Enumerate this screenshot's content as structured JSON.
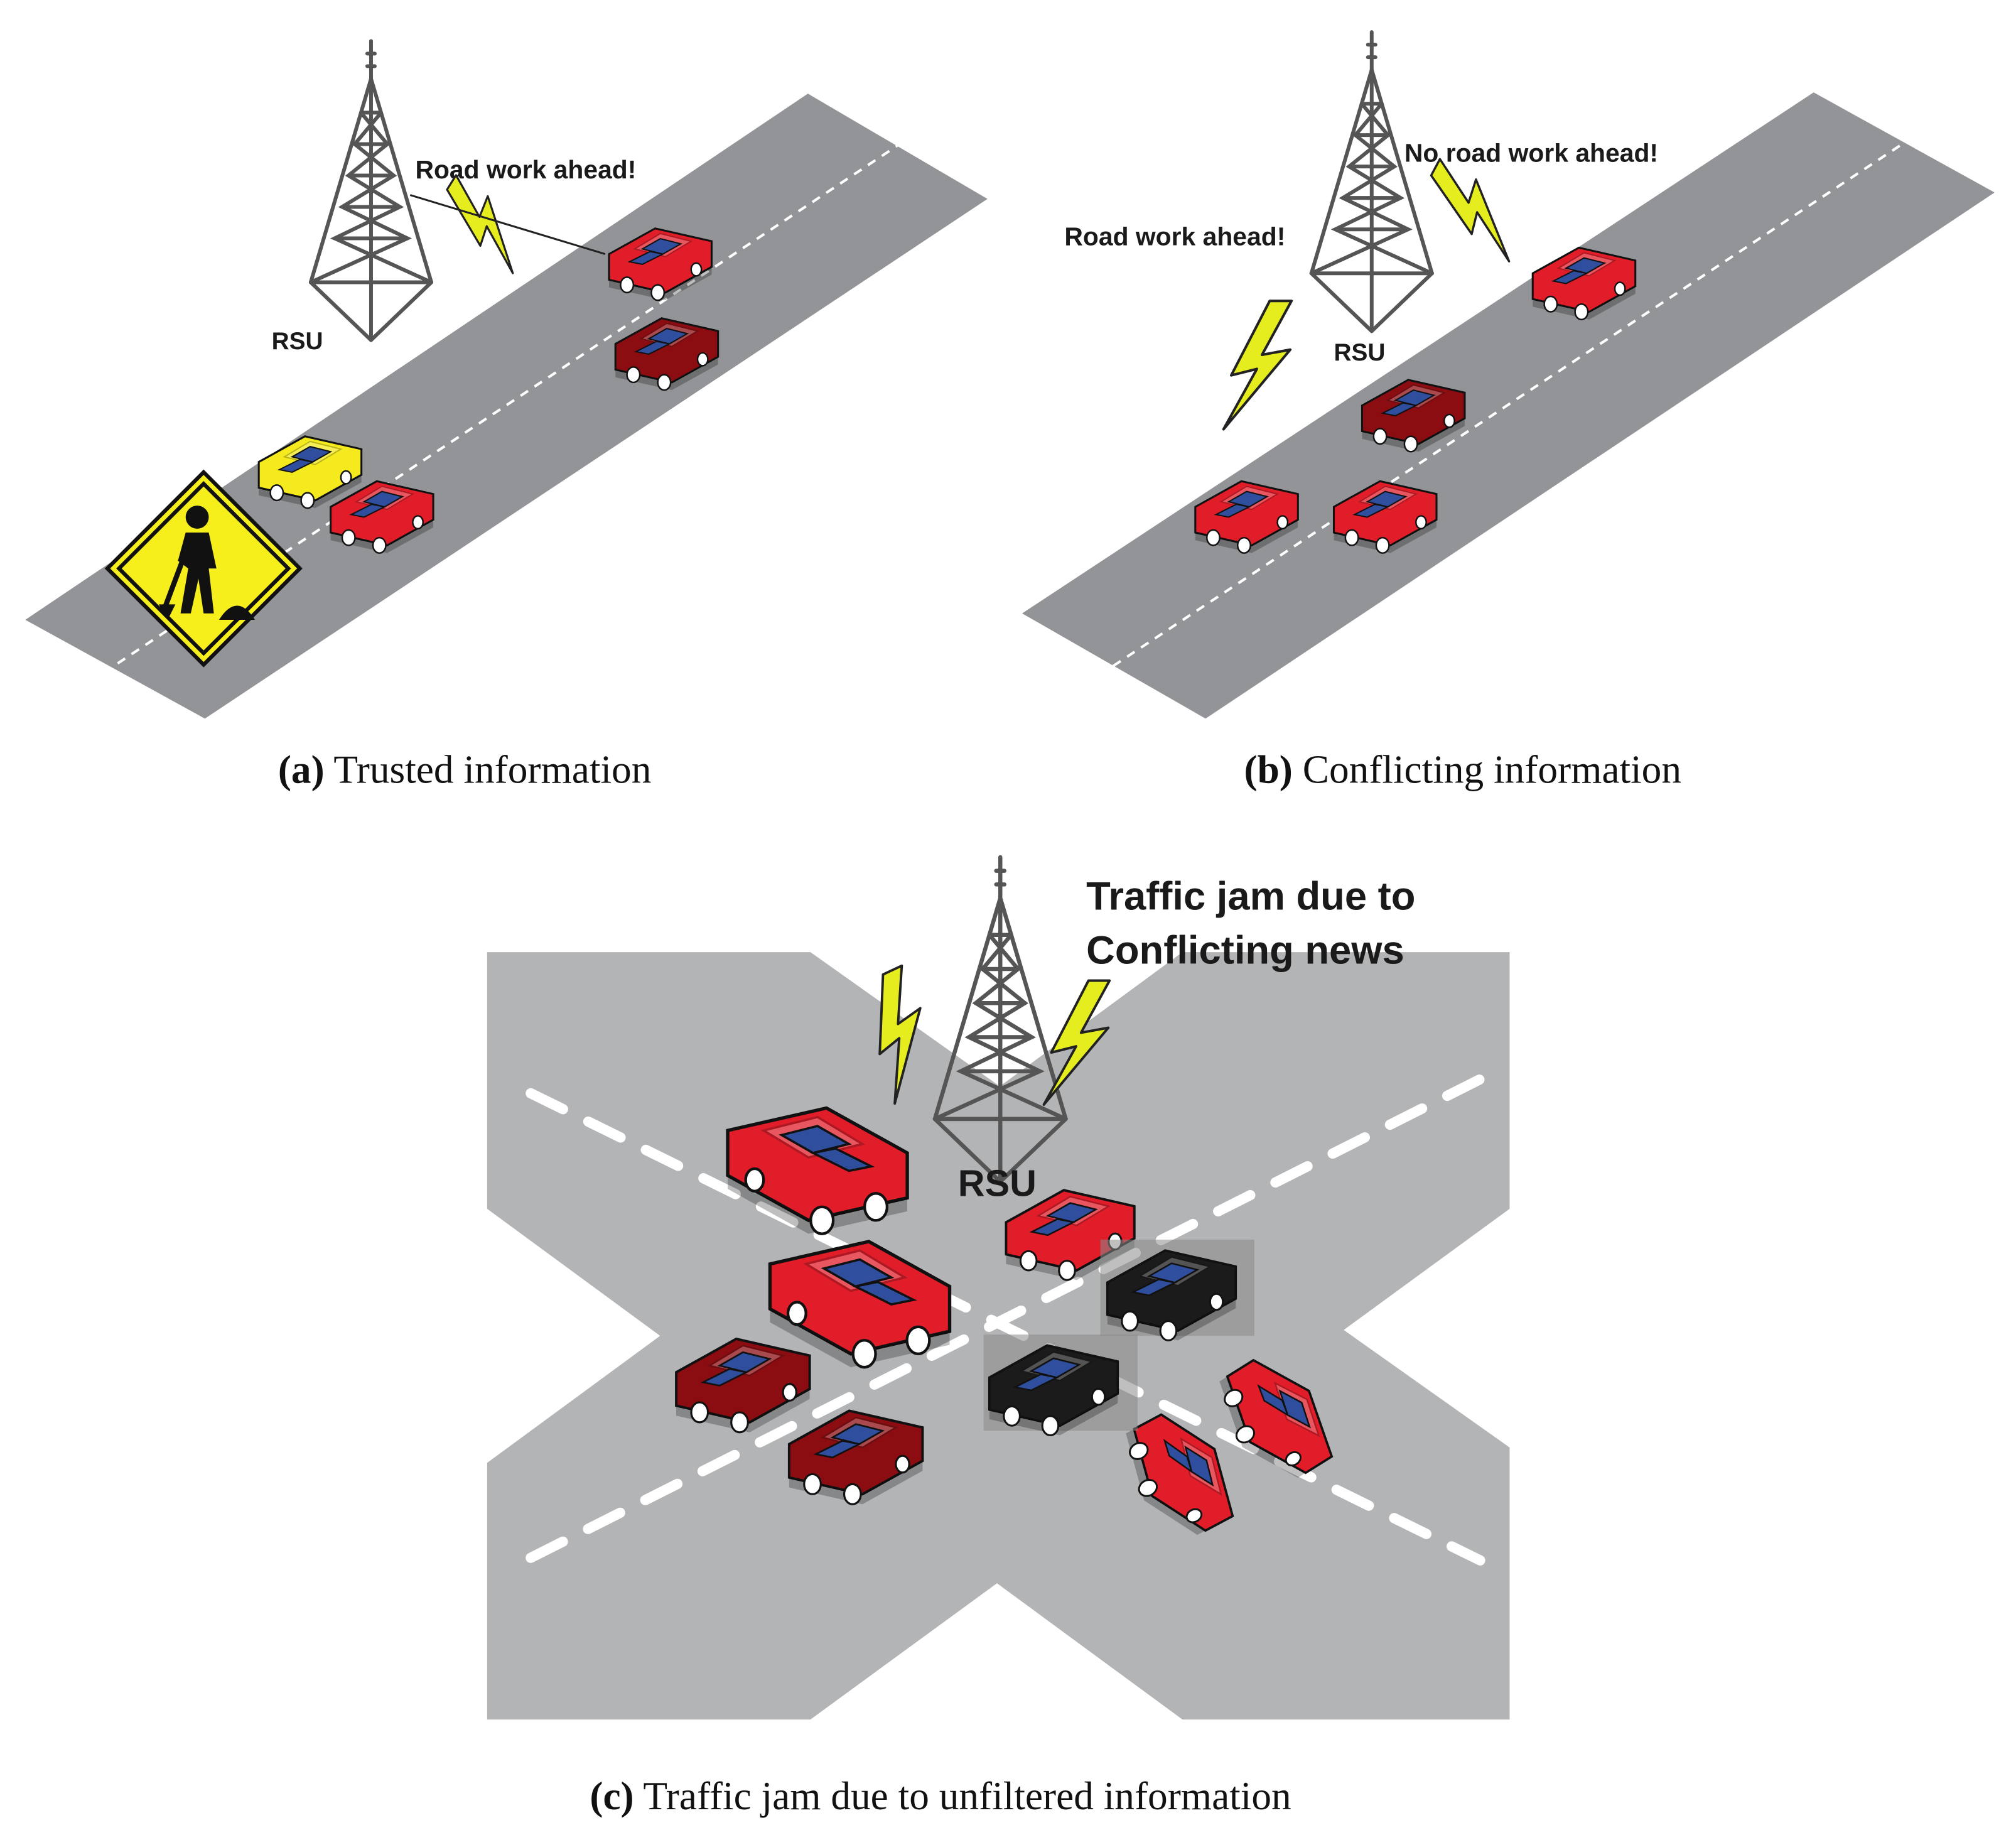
{
  "colors": {
    "road_a": "#929497",
    "road_c": "#b3b4b6",
    "lane_mark": "#ffffff",
    "tower": "#555555",
    "bolt": "#e6ed1e",
    "car_red": "#e11d2a",
    "car_maroon": "#8b0d12",
    "car_yellow": "#f4ea1d",
    "car_window": "#2f4f9e",
    "car_black": "#1b1b1b",
    "sign_yellow": "#f7ef1c"
  },
  "panel_a": {
    "tower_label": "RSU",
    "message": "Road work ahead!",
    "caption_key": "(a)",
    "caption_text": " Trusted information",
    "icons": [
      "rsu-tower-icon",
      "wireless-signal-icon",
      "road-work-sign-icon",
      "car-icon"
    ]
  },
  "panel_b": {
    "tower_label": "RSU",
    "message_left": "Road work ahead!",
    "message_right": "No road work ahead!",
    "caption_key": "(b)",
    "caption_text": " Conflicting information",
    "icons": [
      "rsu-tower-icon",
      "wireless-signal-icon",
      "car-icon"
    ]
  },
  "panel_c": {
    "tower_label": "RSU",
    "message_line1": "Traffic jam due to",
    "message_line2": "Conflicting news",
    "caption_key": "(c)",
    "caption_text": " Traffic jam due to unfiltered information",
    "icons": [
      "rsu-tower-icon",
      "wireless-signal-icon",
      "car-icon",
      "black-car-icon"
    ]
  }
}
